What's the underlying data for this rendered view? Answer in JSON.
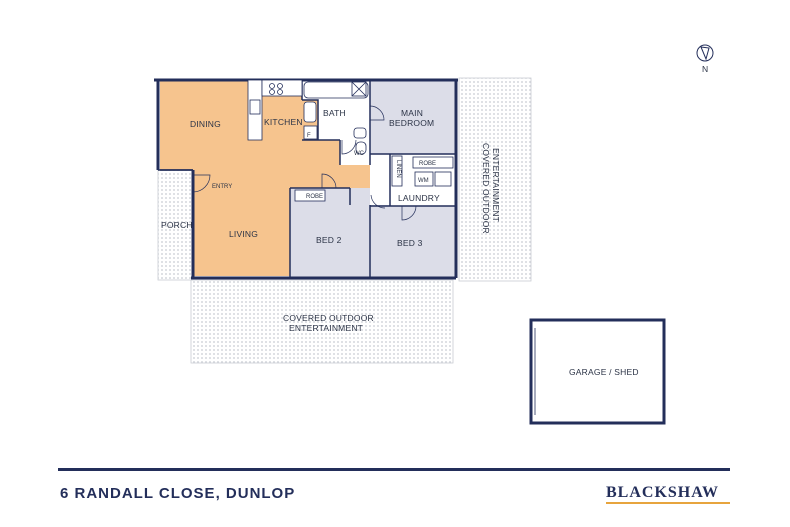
{
  "colors": {
    "wall": "#232e5a",
    "living_fill": "#f6c48e",
    "room_fill": "#dcdde8",
    "outdoor_pattern": "#c9ccd3",
    "garage_fill": "#ffffff",
    "text": "#2b3346",
    "brand_accent": "#e7a43d"
  },
  "compass": {
    "label": "N"
  },
  "rooms": {
    "dining": "DINING",
    "kitchen": "KITCHEN",
    "bath": "BATH",
    "main_bedroom_line1": "MAIN",
    "main_bedroom_line2": "BEDROOM",
    "wc": "WC",
    "linen": "LINEN",
    "robe_hall": "ROBE",
    "robe_bed2": "ROBE",
    "wm": "WM",
    "laundry": "LAUNDRY",
    "entry": "ENTRY",
    "porch": "PORCH",
    "living": "LIVING",
    "bed2": "BED 2",
    "bed3": "BED 3",
    "fridge": "F",
    "outdoor_east_line1": "COVERED OUTDOOR",
    "outdoor_east_line2": "ENTERTAINMENT",
    "outdoor_south_line1": "COVERED OUTDOOR",
    "outdoor_south_line2": "ENTERTAINMENT",
    "garage": "GARAGE / SHED"
  },
  "footer": {
    "address": "6 RANDALL CLOSE, DUNLOP",
    "brand": "BLACKSHAW"
  }
}
